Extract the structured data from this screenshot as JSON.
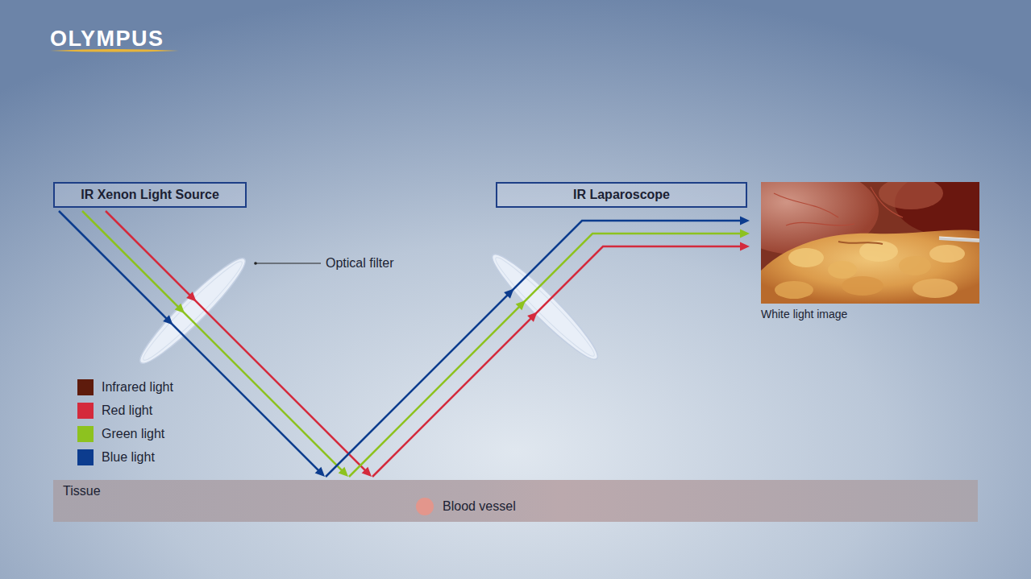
{
  "diagram": {
    "nodes": [
      {
        "text": [
          "IR Xenon Light Source"
        ]
      },
      {
        "text": [
          "IR Laparoscope"
        ]
      },
      {
        "text": [
          "White light image"
        ]
      },
      {
        "text": [
          "Tissue"
        ]
      },
      {
        "text": [
          "Blood vessel"
        ],
        "in": 3
      }
    ],
    "edges": [
      {
        "from": 0,
        "to": 3,
        "arrow": "to"
      },
      {
        "from": 0,
        "to": 3,
        "arrow": "to"
      },
      {
        "from": 0,
        "to": 3,
        "arrow": "to"
      },
      {
        "from": 3,
        "to": 2,
        "arrow": "to"
      },
      {
        "from": 3,
        "to": 2,
        "arrow": "to"
      },
      {
        "from": 3,
        "to": 2,
        "arrow": "to"
      }
    ],
    "labels": [
      "OLYMPUS",
      "Optical filter"
    ],
    "legend": [
      {
        "text": "Infrared light",
        "color": "#5e1b0c"
      },
      {
        "text": "Red light",
        "color": "#d42a3c"
      },
      {
        "text": "Green light",
        "color": "#8dc21f"
      },
      {
        "text": "Blue light",
        "color": "#0c3c8e"
      }
    ]
  }
}
